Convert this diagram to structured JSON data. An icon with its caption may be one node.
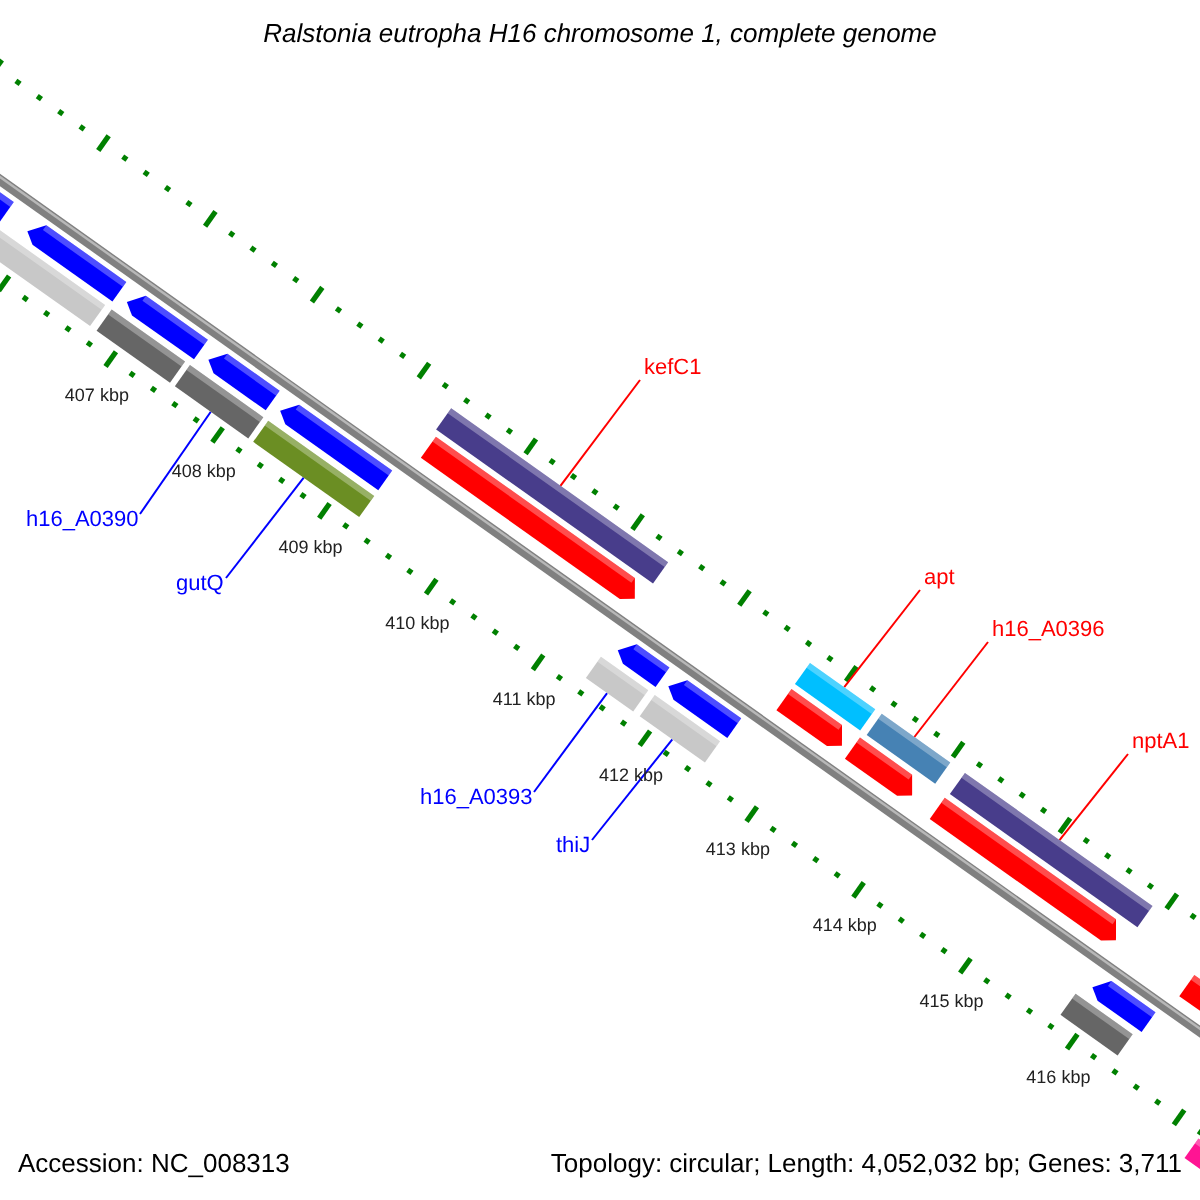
{
  "diagram": {
    "title": "Ralstonia eutropha H16 chromosome 1, complete genome",
    "nodes": [
      {
        "text": [
          "h16_A0390"
        ]
      },
      {
        "text": [],
        "shape": "bar"
      },
      {
        "text": [
          "gutQ"
        ]
      },
      {
        "text": [],
        "shape": "bar"
      },
      {
        "text": [
          "kefC1"
        ]
      },
      {
        "text": [],
        "shape": "bar"
      },
      {
        "text": [
          "apt"
        ]
      },
      {
        "text": [],
        "shape": "bar"
      },
      {
        "text": [
          "h16_A0396"
        ]
      },
      {
        "text": [],
        "shape": "bar"
      },
      {
        "text": [
          "nptA1"
        ]
      },
      {
        "text": [],
        "shape": "bar"
      },
      {
        "text": [
          "h16_A0393"
        ]
      },
      {
        "text": [],
        "shape": "bar"
      },
      {
        "text": [
          "thiJ"
        ]
      },
      {
        "text": [],
        "shape": "bar"
      },
      {
        "text": [],
        "shape": "arrow"
      },
      {
        "text": [],
        "shape": "arrow"
      },
      {
        "text": [],
        "shape": "arrow"
      },
      {
        "text": [],
        "shape": "arrow"
      },
      {
        "text": [],
        "shape": "arrow"
      },
      {
        "text": [],
        "shape": "arrow"
      },
      {
        "text": [],
        "shape": "arrow"
      },
      {
        "text": [],
        "shape": "arrow"
      },
      {
        "text": [],
        "shape": "bar"
      },
      {
        "text": [],
        "shape": "bar"
      },
      {
        "text": [],
        "shape": "bar"
      },
      {
        "text": [],
        "shape": "arrow"
      },
      {
        "text": [],
        "shape": "arrow"
      },
      {
        "text": [],
        "shape": "arrow"
      },
      {
        "text": [],
        "shape": "arrow"
      },
      {
        "text": [],
        "shape": "arrow"
      },
      {
        "text": [],
        "shape": "bar"
      }
    ],
    "edges": [
      {
        "from": 0,
        "to": 1,
        "arrow": "none",
        "color": "#0000ff"
      },
      {
        "from": 2,
        "to": 3,
        "arrow": "none",
        "color": "#0000ff"
      },
      {
        "from": 4,
        "to": 5,
        "arrow": "none",
        "color": "#ff0000"
      },
      {
        "from": 6,
        "to": 7,
        "arrow": "none",
        "color": "#ff0000"
      },
      {
        "from": 8,
        "to": 9,
        "arrow": "none",
        "color": "#ff0000"
      },
      {
        "from": 10,
        "to": 11,
        "arrow": "none",
        "color": "#ff0000"
      },
      {
        "from": 12,
        "to": 13,
        "arrow": "none",
        "color": "#0000ff"
      },
      {
        "from": 14,
        "to": 15,
        "arrow": "none",
        "color": "#0000ff"
      }
    ],
    "labels": [
      "407 kbp",
      "408 kbp",
      "409 kbp",
      "410 kbp",
      "411 kbp",
      "412 kbp",
      "413 kbp",
      "414 kbp",
      "415 kbp",
      "416 kbp",
      "Accession: NC_008313",
      "Topology: circular; Length: 4,052,032 bp; Genes: 3,711"
    ]
  }
}
